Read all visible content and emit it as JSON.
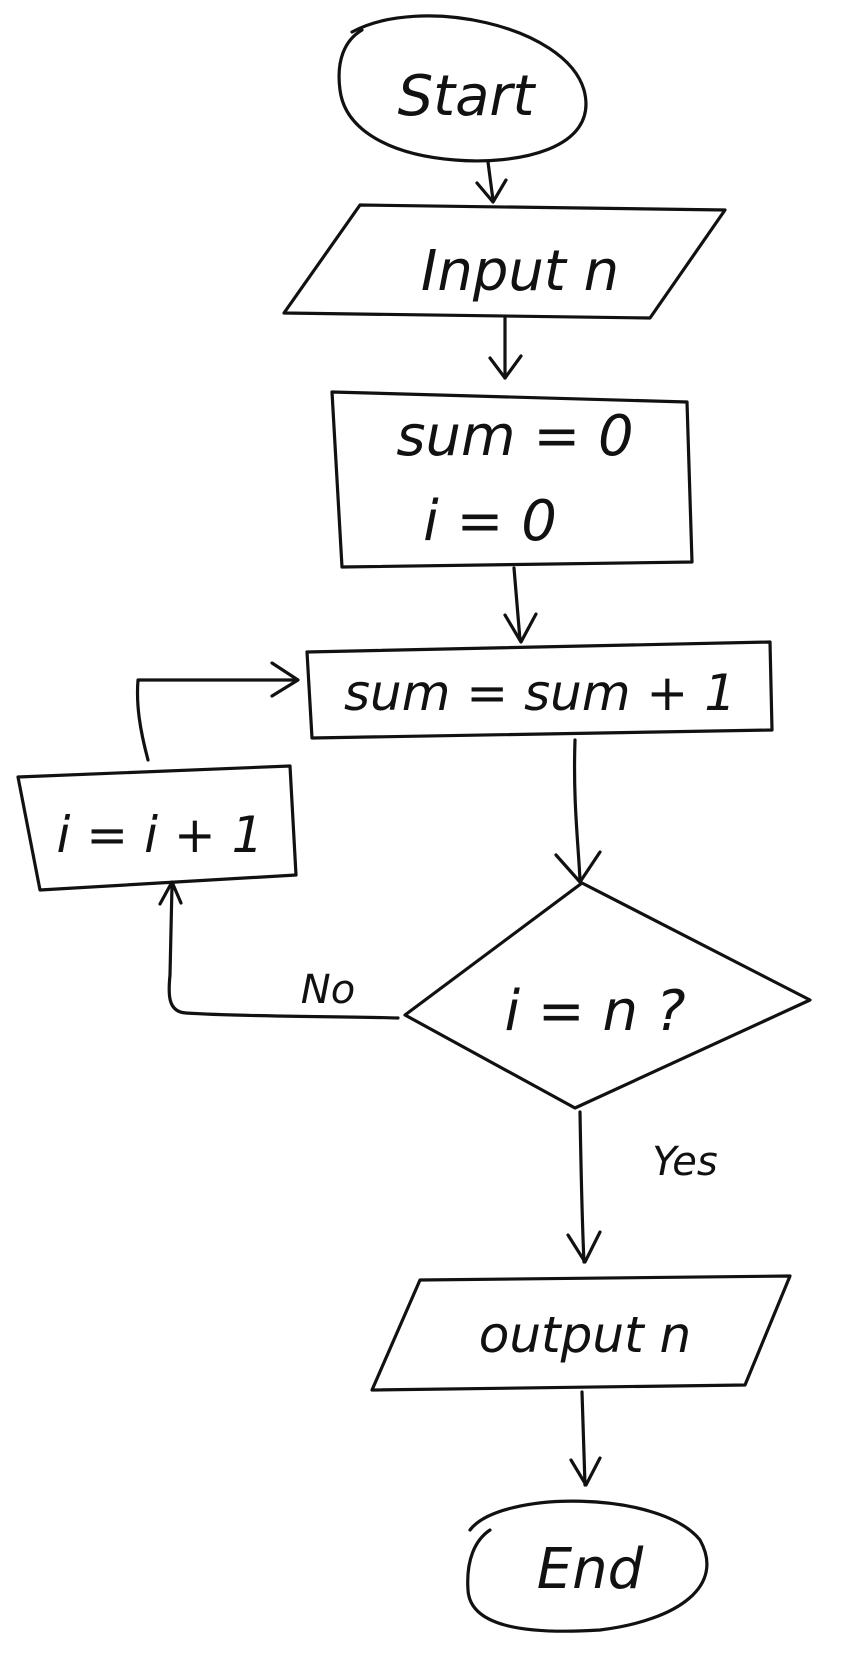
{
  "diagram": {
    "nodes": {
      "start": {
        "label": "Start"
      },
      "input": {
        "label": "Input n"
      },
      "init": {
        "line1": "sum = 0",
        "line2": "i = 0"
      },
      "accumulate": {
        "label": "sum = sum + 1"
      },
      "decision": {
        "label": "i = n ?"
      },
      "increment": {
        "label": "i = i + 1"
      },
      "output": {
        "label": "output n"
      },
      "end": {
        "label": "End"
      }
    },
    "edges": {
      "no_label": "No",
      "yes_label": "Yes"
    },
    "ink_color": "#111111"
  }
}
